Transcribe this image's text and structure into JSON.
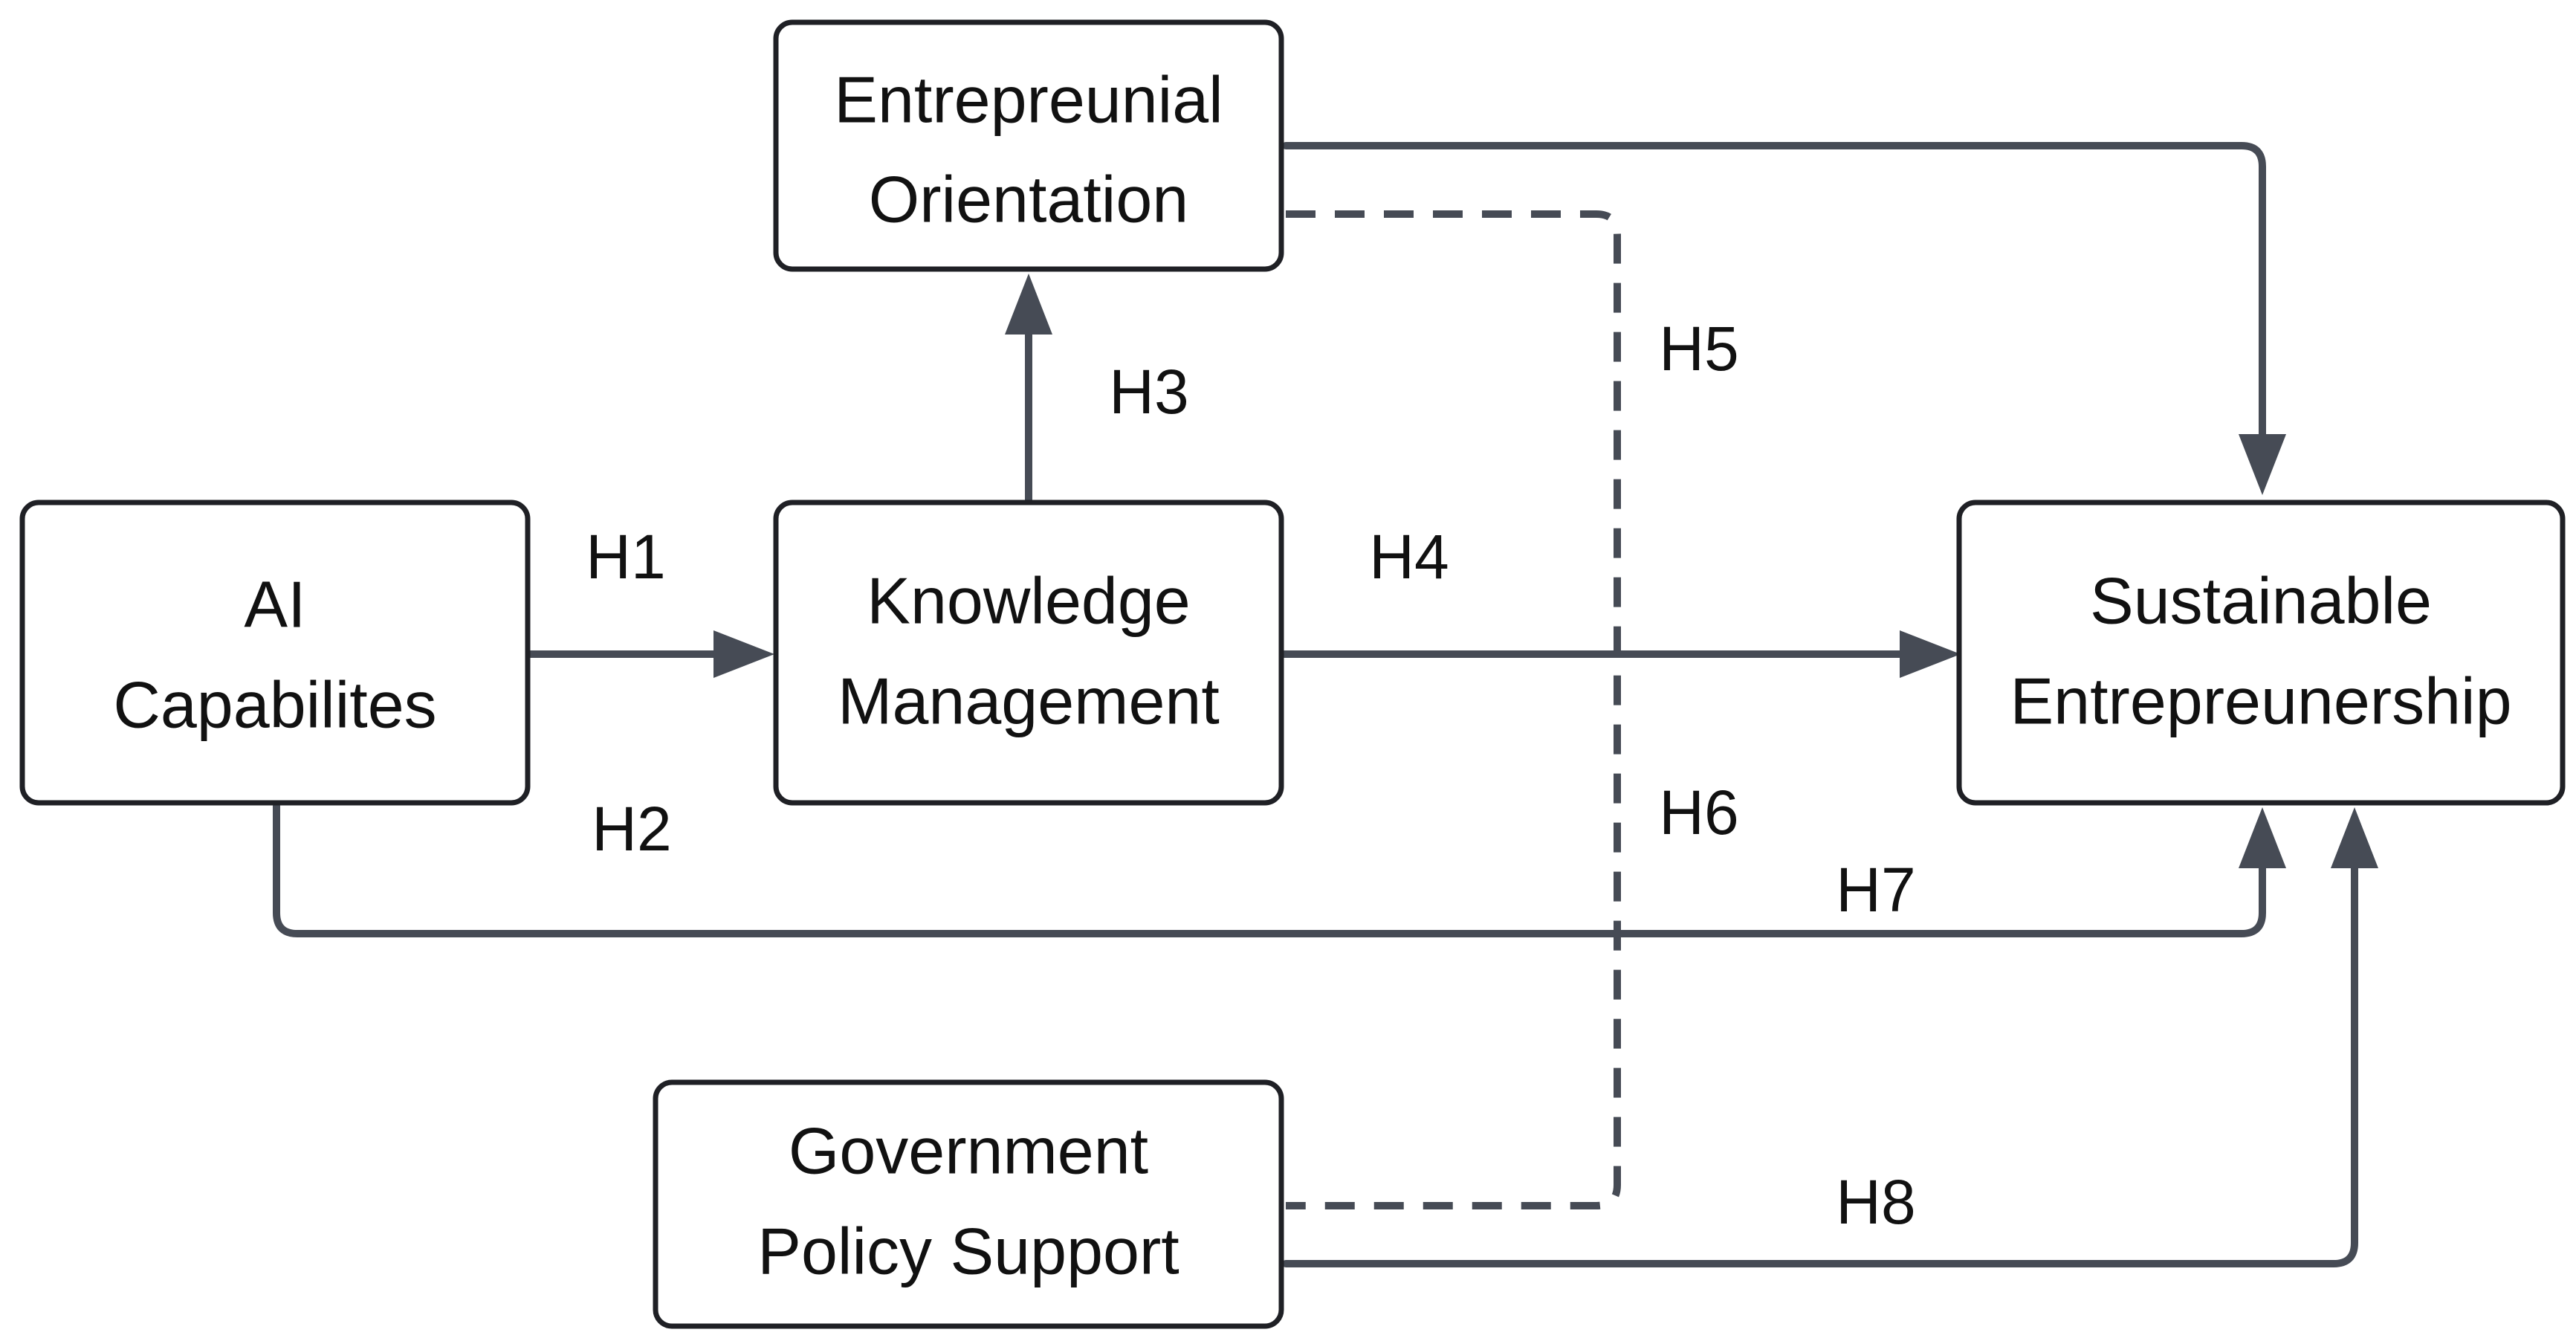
{
  "nodes": {
    "ai": {
      "line1": "AI",
      "line2": "Capabilites"
    },
    "km": {
      "line1": "Knowledge",
      "line2": "Management"
    },
    "eo": {
      "line1": "Entrepreunial",
      "line2": "Orientation"
    },
    "se": {
      "line1": "Sustainable",
      "line2": "Entrepreunership"
    },
    "gps": {
      "line1": "Government",
      "line2": "Policy Support"
    }
  },
  "hypotheses": {
    "h1": "H1",
    "h2": "H2",
    "h3": "H3",
    "h4": "H4",
    "h5": "H5",
    "h6": "H6",
    "h7": "H7",
    "h8": "H8"
  },
  "colors": {
    "edge": "#464b55",
    "box_border": "#1f2025",
    "text": "#111111"
  }
}
